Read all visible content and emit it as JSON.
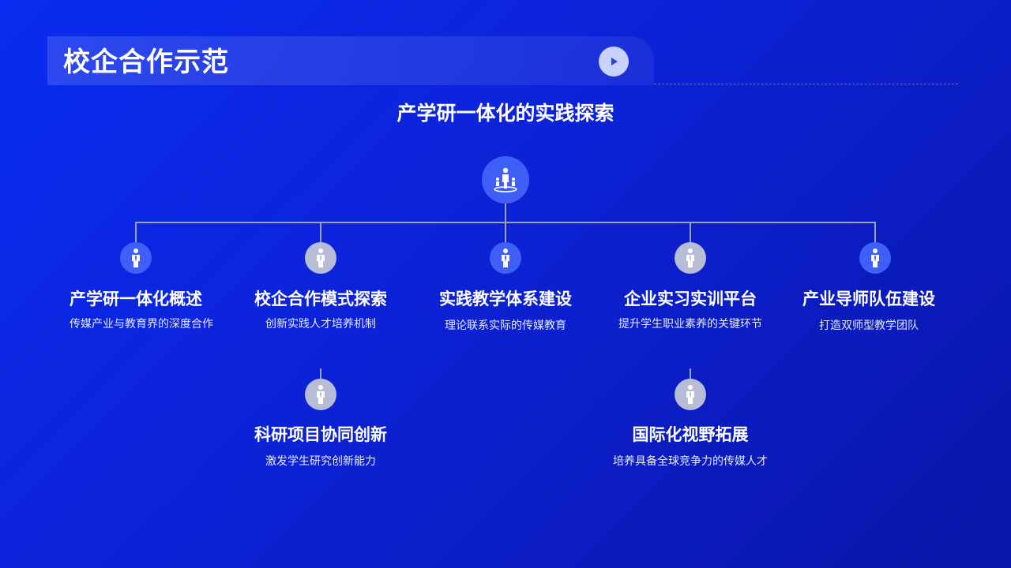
{
  "header": {
    "title": "校企合作示范"
  },
  "diagram": {
    "subtitle": "产学研一体化的实践探索",
    "root_icon": "people-network-icon",
    "nodes": [
      {
        "title": "产学研一体化概述",
        "desc": "传媒产业与教育界的深度合作",
        "icon": "person-icon",
        "style": "blue"
      },
      {
        "title": "校企合作模式探索",
        "desc": "创新实践人才培养机制",
        "icon": "person-icon",
        "style": "grey"
      },
      {
        "title": "实践教学体系建设",
        "desc": "理论联系实际的传媒教育",
        "icon": "person-icon",
        "style": "blue"
      },
      {
        "title": "企业实习实训平台",
        "desc": "提升学生职业素养的关键环节",
        "icon": "person-icon",
        "style": "grey"
      },
      {
        "title": "产业导师队伍建设",
        "desc": "打造双师型教学团队",
        "icon": "person-icon",
        "style": "blue"
      },
      {
        "title": "科研项目协同创新",
        "desc": "激发学生研究创新能力",
        "icon": "person-icon",
        "style": "grey"
      },
      {
        "title": "国际化视野拓展",
        "desc": "培养具备全球竞争力的传媒人才",
        "icon": "person-icon",
        "style": "grey"
      }
    ]
  },
  "colors": {
    "background_start": "#0a2cf0",
    "background_end": "#0a16a8",
    "node_blue": "#3e5ff8",
    "node_grey": "#b7bdd6",
    "connector": "#9aa3c2"
  }
}
